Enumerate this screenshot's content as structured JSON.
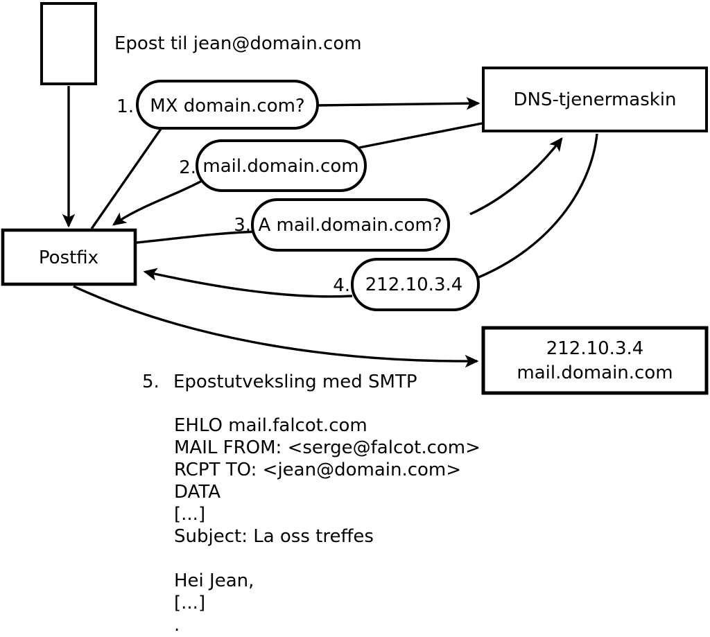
{
  "colors": {
    "stroke": "#000000",
    "background": "#ffffff"
  },
  "header": {
    "label": "Epost til jean@domain.com"
  },
  "nodes": {
    "email": {
      "label": ""
    },
    "postfix": {
      "label": "Postfix"
    },
    "dns": {
      "label": "DNS-tjenermaskin"
    },
    "mailserver": {
      "line1": "212.10.3.4",
      "line2": "mail.domain.com"
    }
  },
  "steps": [
    {
      "num": "1.",
      "label": "MX domain.com?"
    },
    {
      "num": "2.",
      "label": "mail.domain.com"
    },
    {
      "num": "3.",
      "label": "A mail.domain.com?"
    },
    {
      "num": "4.",
      "label": "212.10.3.4"
    },
    {
      "num": "5.",
      "label": "Epostutveksling med SMTP"
    }
  ],
  "smtp_lines": [
    "EHLO mail.falcot.com",
    "MAIL FROM: <serge@falcot.com>",
    "RCPT TO: <jean@domain.com>",
    "DATA",
    "[...]",
    "Subject: La oss treffes",
    "",
    "Hei Jean,",
    "[...]",
    "."
  ]
}
